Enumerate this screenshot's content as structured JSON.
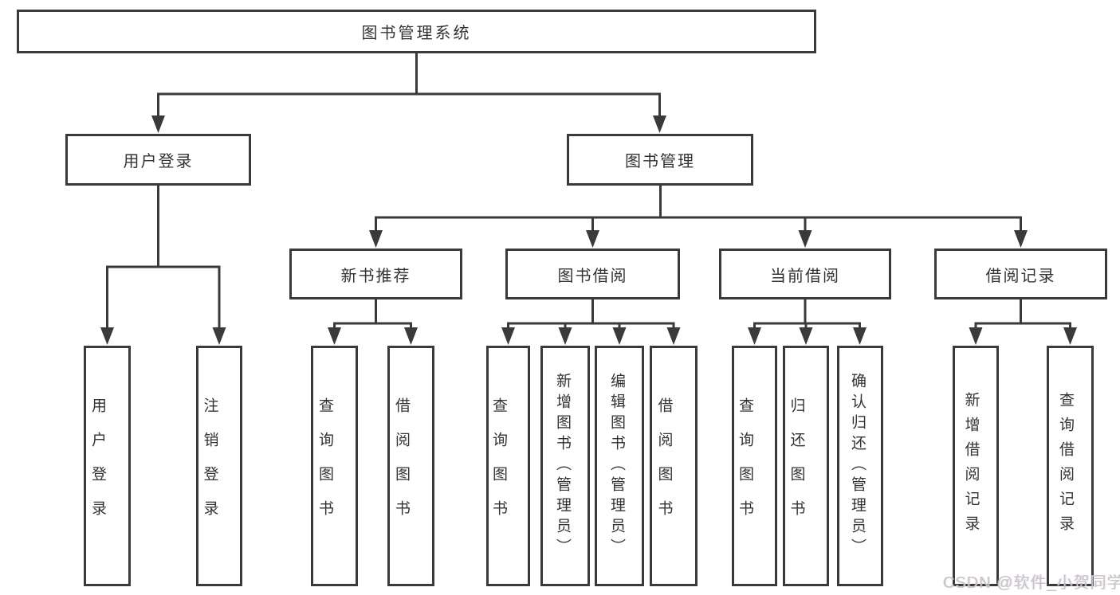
{
  "tree": {
    "label": "图书管理系统",
    "children": [
      {
        "label": "用户登录",
        "children": [
          {
            "label": "用户登录"
          },
          {
            "label": "注销登录"
          }
        ]
      },
      {
        "label": "图书管理",
        "children": [
          {
            "label": "新书推荐",
            "children": [
              {
                "label": "查询图书"
              },
              {
                "label": "借阅图书"
              }
            ]
          },
          {
            "label": "图书借阅",
            "children": [
              {
                "label": "查询图书"
              },
              {
                "label": "新增图书（管理员）"
              },
              {
                "label": "编辑图书（管理员）"
              },
              {
                "label": "借阅图书"
              }
            ]
          },
          {
            "label": "当前借阅",
            "children": [
              {
                "label": "查询图书"
              },
              {
                "label": "归还图书"
              },
              {
                "label": "确认归还（管理员）"
              }
            ]
          },
          {
            "label": "借阅记录",
            "children": [
              {
                "label": "新增借阅记录"
              },
              {
                "label": "查询借阅记录"
              }
            ]
          }
        ]
      }
    ]
  },
  "watermark": {
    "text": "CSDN @软件_小贺同学"
  },
  "colors": {
    "line": "#3a3a3a",
    "box_border": "#3a3a3a",
    "text": "#333333",
    "watermark": "#c6c6c6",
    "background": "#ffffff"
  }
}
